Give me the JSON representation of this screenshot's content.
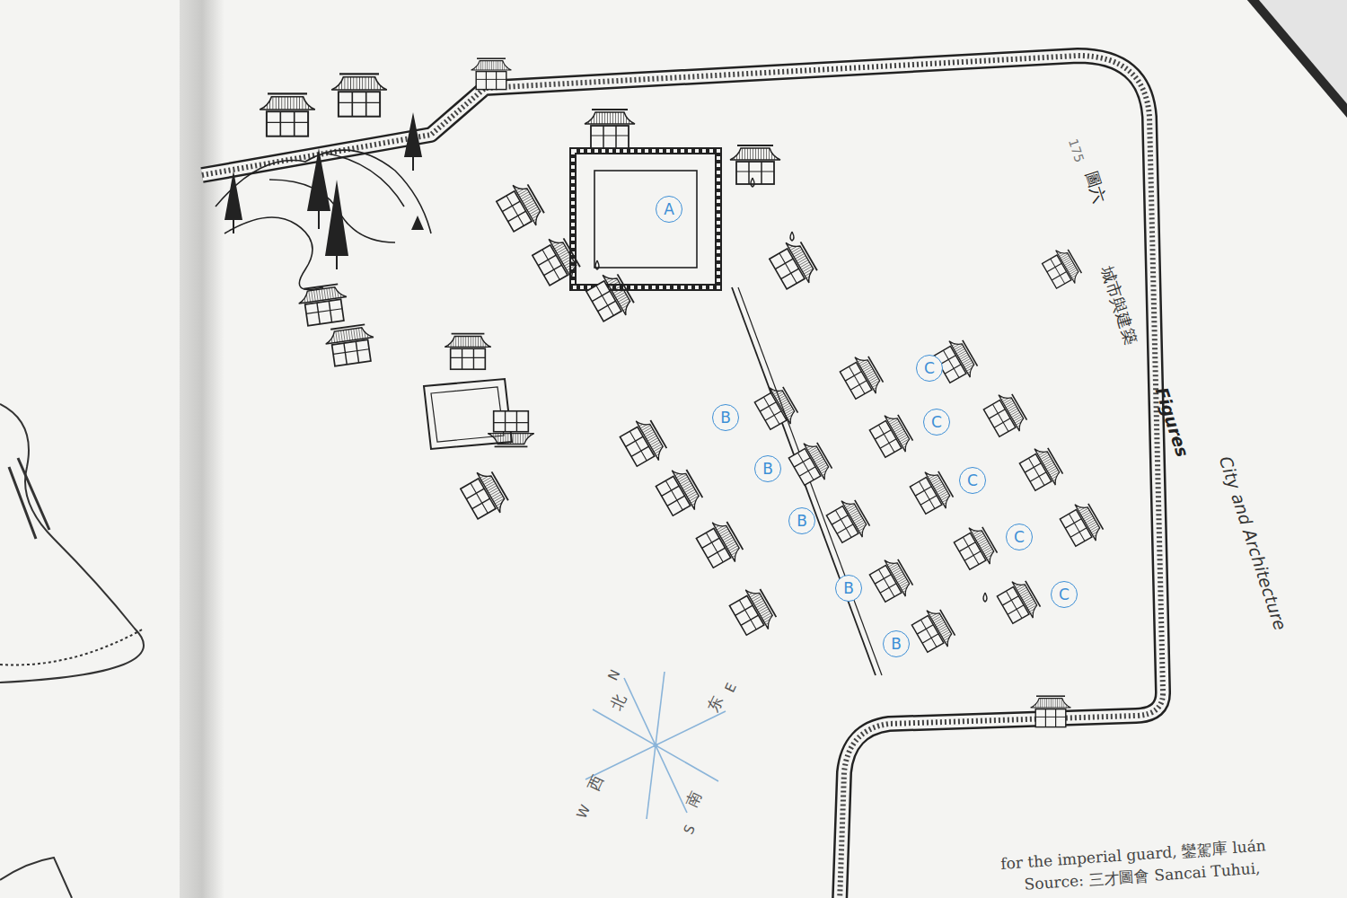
{
  "diagram": {
    "nodes": [
      {
        "text": [
          "A"
        ]
      },
      {
        "text": [
          "B"
        ]
      },
      {
        "text": [
          "B"
        ]
      },
      {
        "text": [
          "B"
        ]
      },
      {
        "text": [
          "B"
        ]
      },
      {
        "text": [
          "B"
        ]
      },
      {
        "text": [
          "C"
        ]
      },
      {
        "text": [
          "C"
        ]
      },
      {
        "text": [
          "C"
        ]
      },
      {
        "text": [
          "C"
        ]
      },
      {
        "text": [
          "C"
        ]
      }
    ],
    "labels": [
      "北",
      "N",
      "东",
      "E",
      "西",
      "W",
      "南",
      "S",
      "175",
      "圖六",
      "城市與建築",
      "Figures",
      "City and Architecture",
      "for the imperial guard, 鑾駕庫 luán",
      "Source: 三才圖會 Sancai Tuhui,"
    ]
  }
}
